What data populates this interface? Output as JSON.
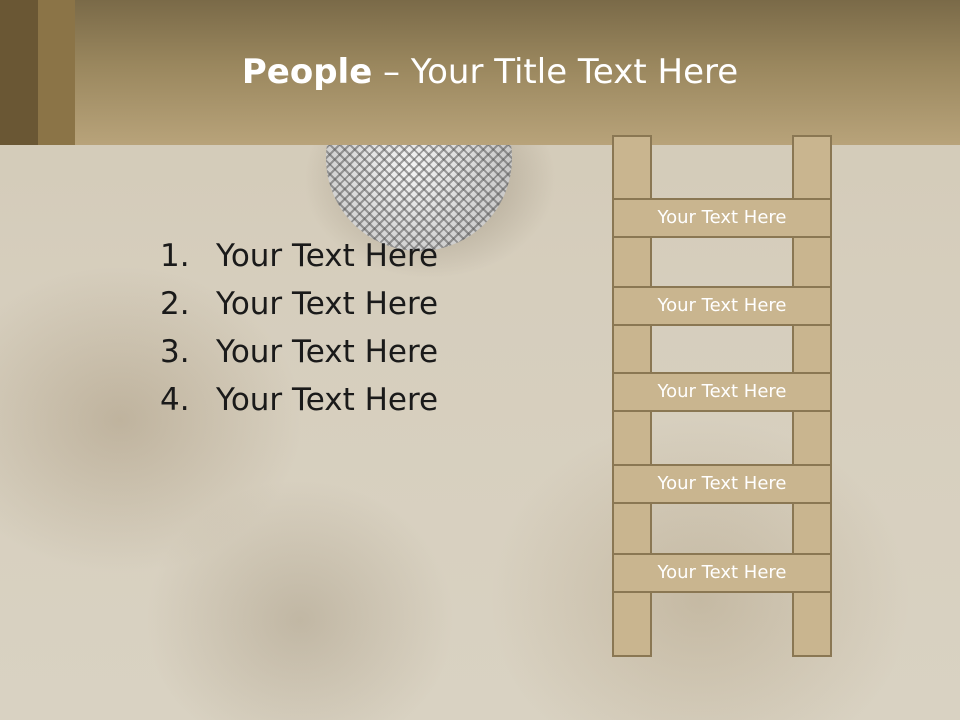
{
  "slide": {
    "title_bold": "People",
    "title_rest": " – Your Title Text Here"
  },
  "numbered_list": [
    {
      "number": "1.",
      "text": "Your Text Here"
    },
    {
      "number": "2.",
      "text": "Your Text Here"
    },
    {
      "number": "3.",
      "text": "Your Text Here"
    },
    {
      "number": "4.",
      "text": "Your Text Here"
    }
  ],
  "ladder_steps": [
    "Your Text Here",
    "Your Text Here",
    "Your Text Here",
    "Your Text Here",
    "Your Text Here"
  ],
  "colors": {
    "header": "#9a875e",
    "ladder_fill": "#c9b58f",
    "ladder_border": "#8a7753",
    "title_text": "#ffffff"
  }
}
